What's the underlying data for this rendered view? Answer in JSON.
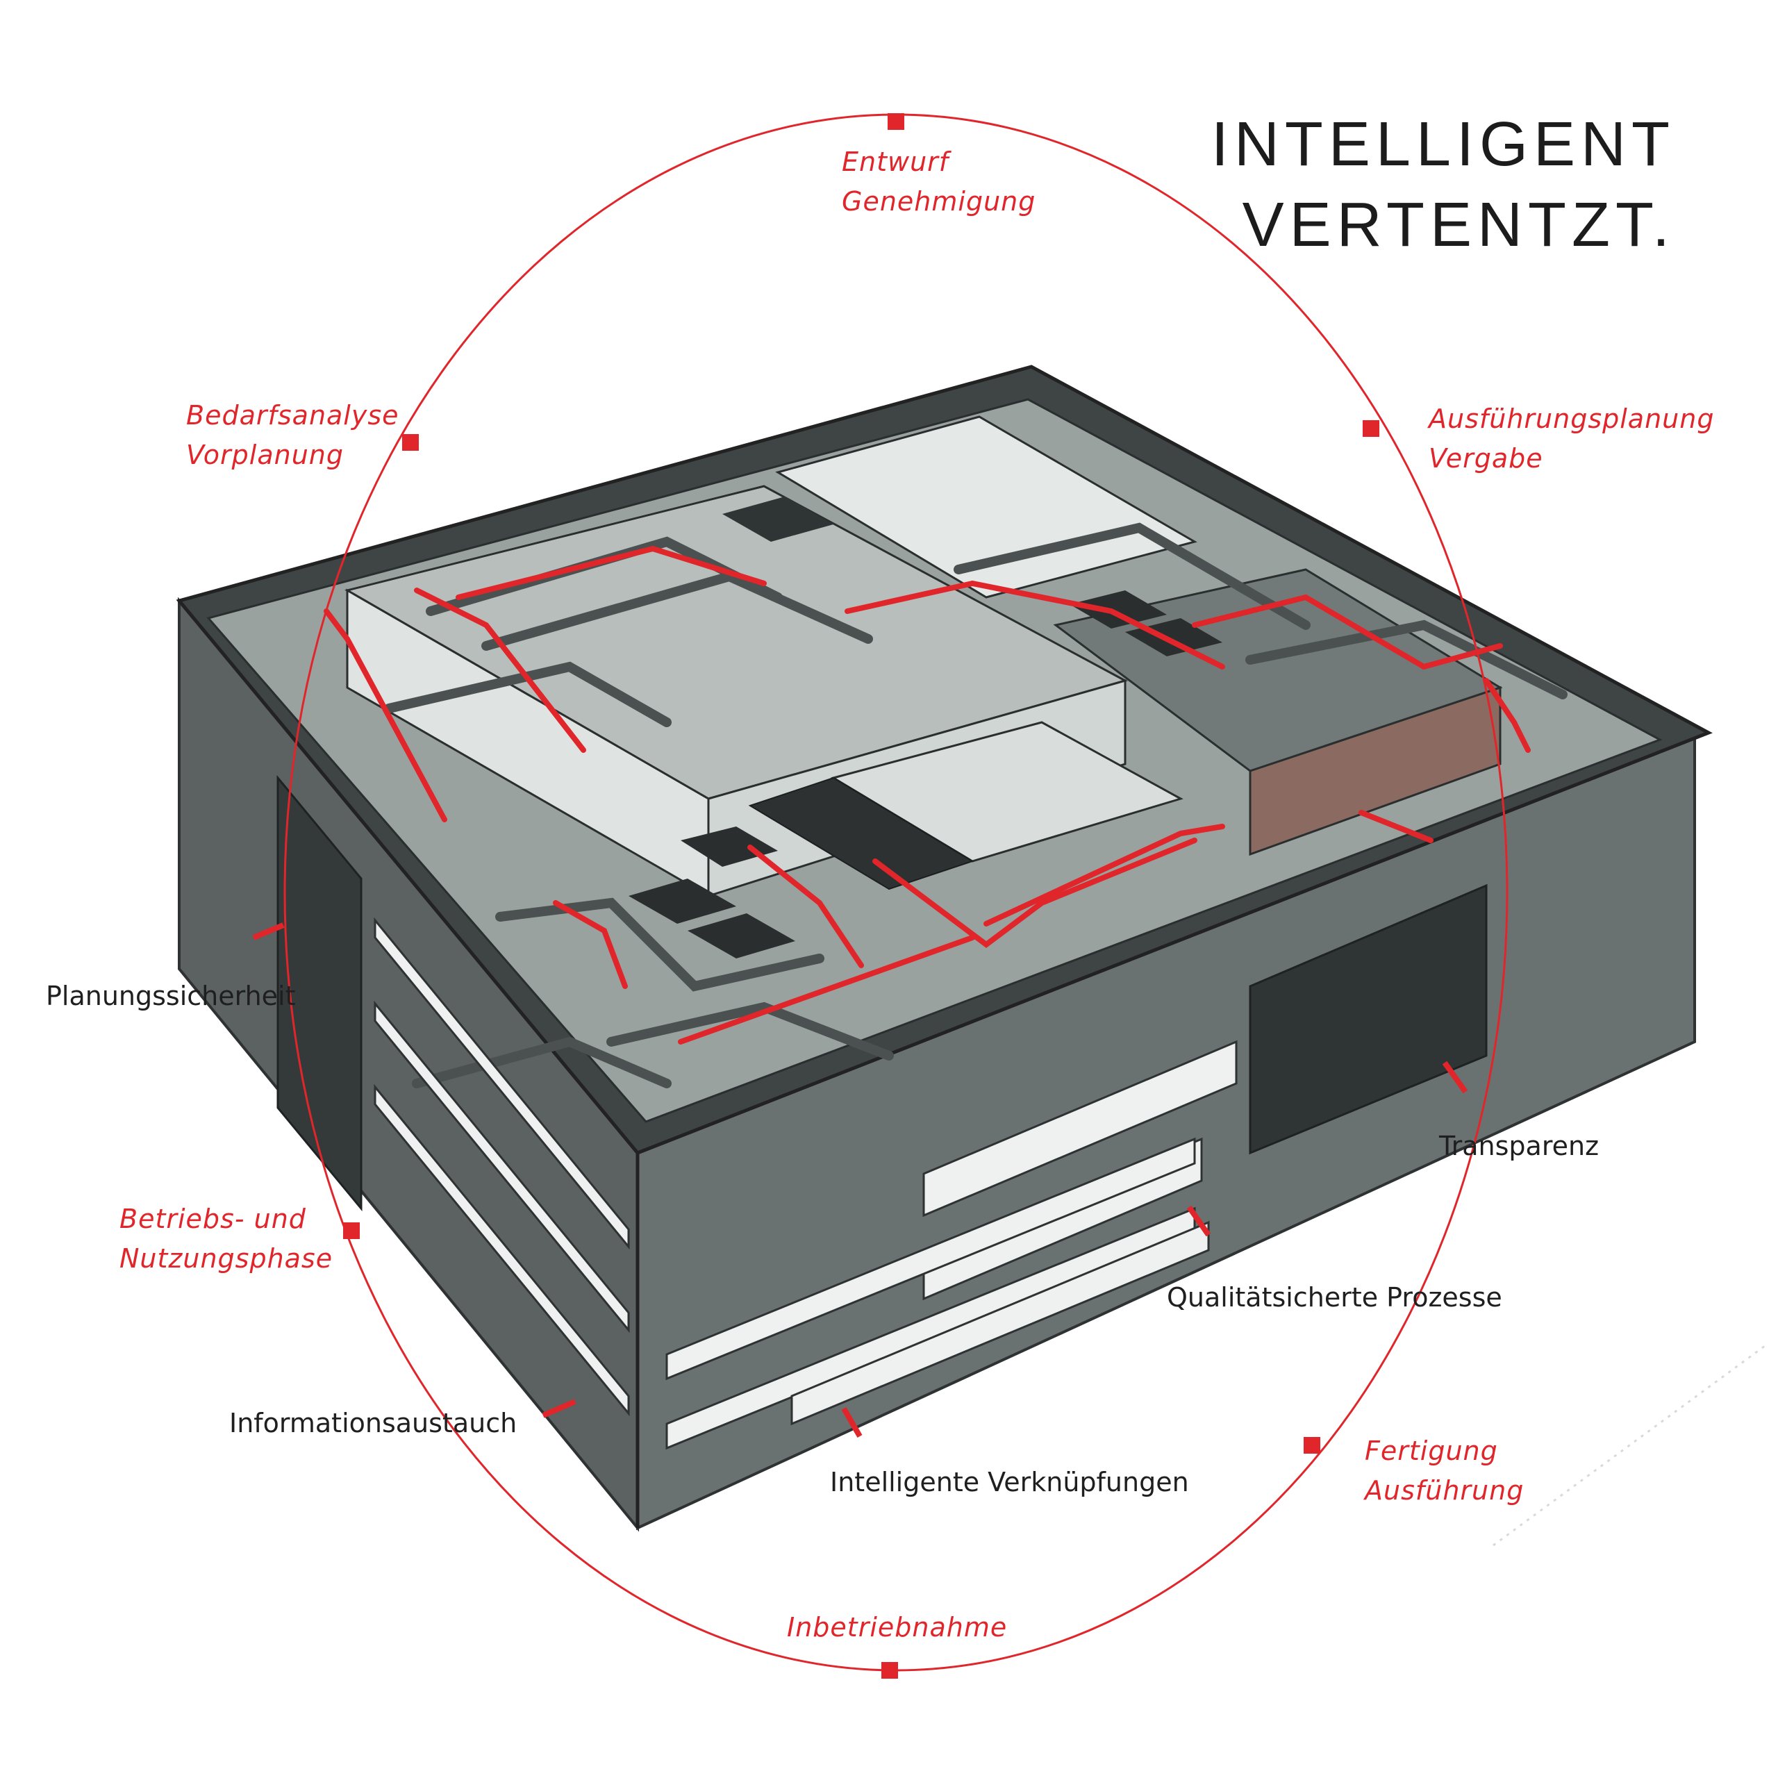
{
  "headline": {
    "line1": "INTELLIGENT",
    "line2": "VERTENTZT."
  },
  "phases": [
    {
      "key": "top",
      "line1": "Entwurf",
      "line2": "Genehmigung"
    },
    {
      "key": "top-right",
      "line1": "Ausführungsplanung",
      "line2": "Vergabe"
    },
    {
      "key": "bottom-right",
      "line1": "Fertigung",
      "line2": "Ausführung"
    },
    {
      "key": "bottom",
      "line1": "Inbetriebnahme",
      "line2": ""
    },
    {
      "key": "bottom-left",
      "line1": "Betriebs- und",
      "line2": "Nutzungsphase"
    },
    {
      "key": "top-left",
      "line1": "Bedarfsanalyse",
      "line2": "Vorplanung"
    }
  ],
  "benefits": [
    {
      "key": "planungssicherheit",
      "label": "Planungssicherheit"
    },
    {
      "key": "transparenz",
      "label": "Transparenz"
    },
    {
      "key": "prozesse",
      "label": "Qualitätsicherte Prozesse"
    },
    {
      "key": "informationsaustausch",
      "label": "Informationsaustauch"
    },
    {
      "key": "verknuepfungen",
      "label": "Intelligente Verknüpfungen"
    }
  ],
  "colors": {
    "accent": "#e0262b",
    "text": "#1f1f1f",
    "facade_dark": "#545b5a",
    "facade_mid": "#6c7473",
    "roof_light": "#cfd5d3",
    "interior": "#a4acaa",
    "glass": "#e8ecea"
  }
}
